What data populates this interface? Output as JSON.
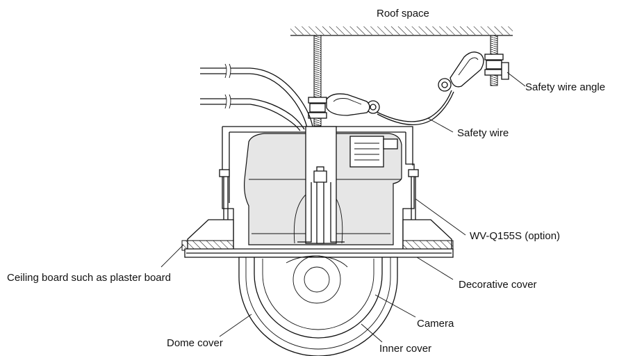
{
  "labels": {
    "roof_space": "Roof space",
    "safety_wire_angle": "Safety wire angle",
    "safety_wire": "Safety wire",
    "wv_q155s": "WV-Q155S (option)",
    "ceiling_board": "Ceiling board such as plaster board",
    "decorative_cover": "Decorative cover",
    "camera": "Camera",
    "dome_cover": "Dome cover",
    "inner_cover": "Inner cover"
  }
}
